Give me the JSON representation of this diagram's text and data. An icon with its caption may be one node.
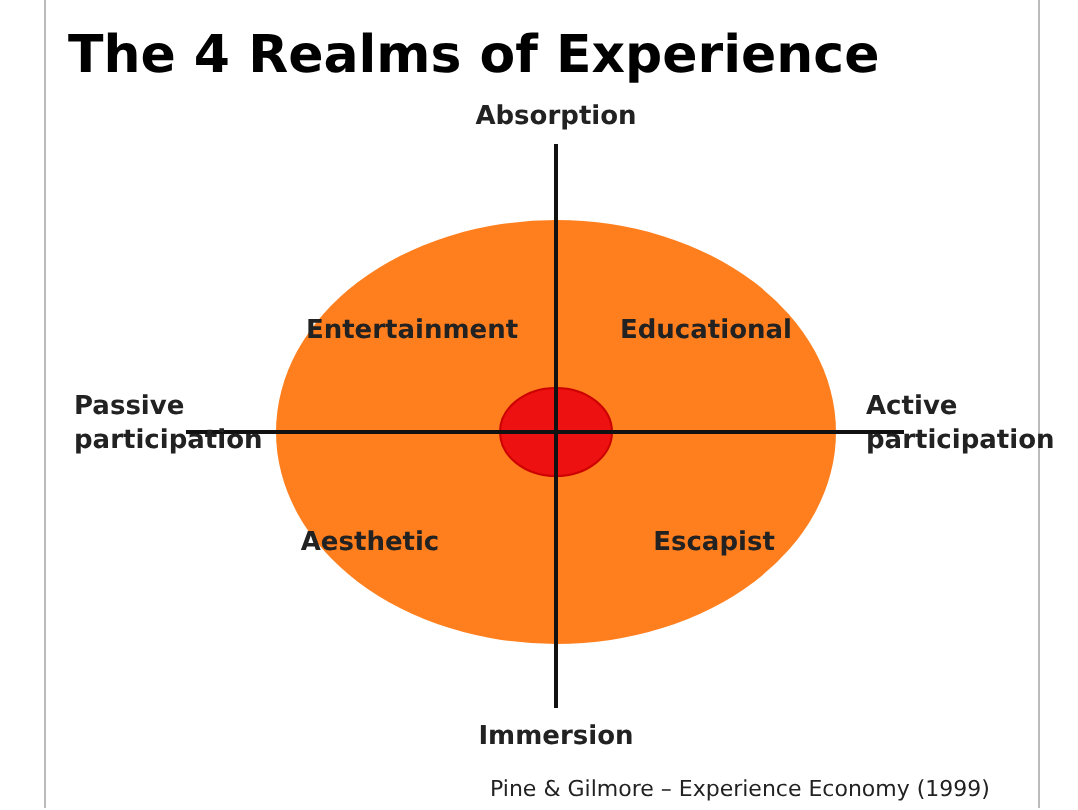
{
  "diagram": {
    "title": "The 4 Realms of Experience",
    "caption": "Pine & Gilmore – Experience Economy (1999)",
    "labels": [
      "Absorption",
      "Passive participation",
      "Entertainment",
      "Educational",
      "Active participation",
      "Aesthetic",
      "Escapist",
      "Immersion"
    ]
  }
}
